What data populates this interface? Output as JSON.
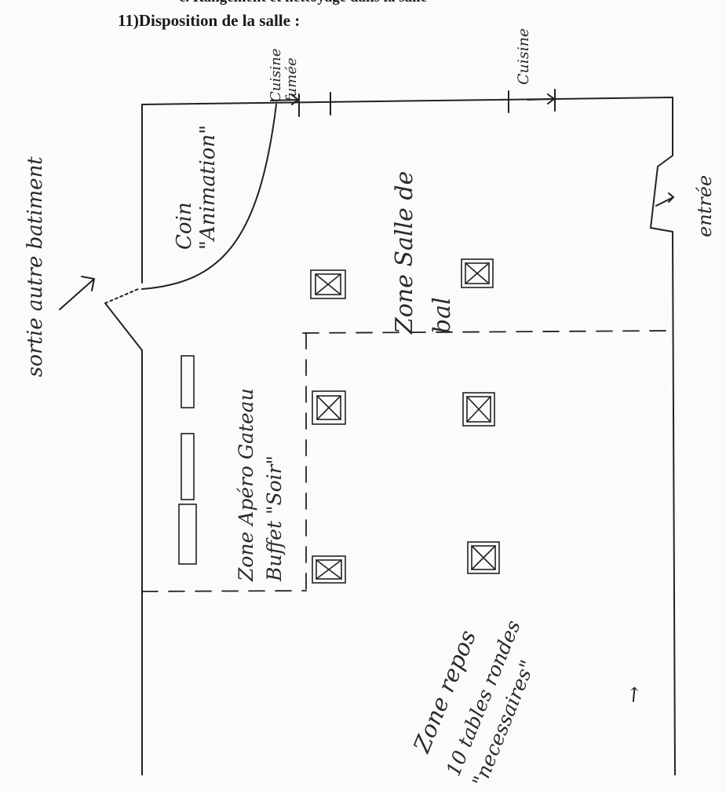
{
  "document": {
    "cut_line": "c.  Rangement et nettoyage dans la salle",
    "section_title": "11)Disposition de la salle :"
  },
  "plan": {
    "labels": {
      "exit_building": "sortie autre batiment",
      "kitchen_smoking": "Cuisine fumée",
      "kitchen": "Cuisine",
      "entrance": "entrée",
      "corner_animation": "Coin \"Animation\"",
      "zone_dance_floor": "Zone Salle de bal",
      "zone_apero": "Zone Apéro Gateau Buffet \"Soir\"",
      "zone_rest": "Zone repos",
      "tables_note": "10 tables rondes \"necessaires\"",
      "arrow_note": "↗"
    }
  }
}
